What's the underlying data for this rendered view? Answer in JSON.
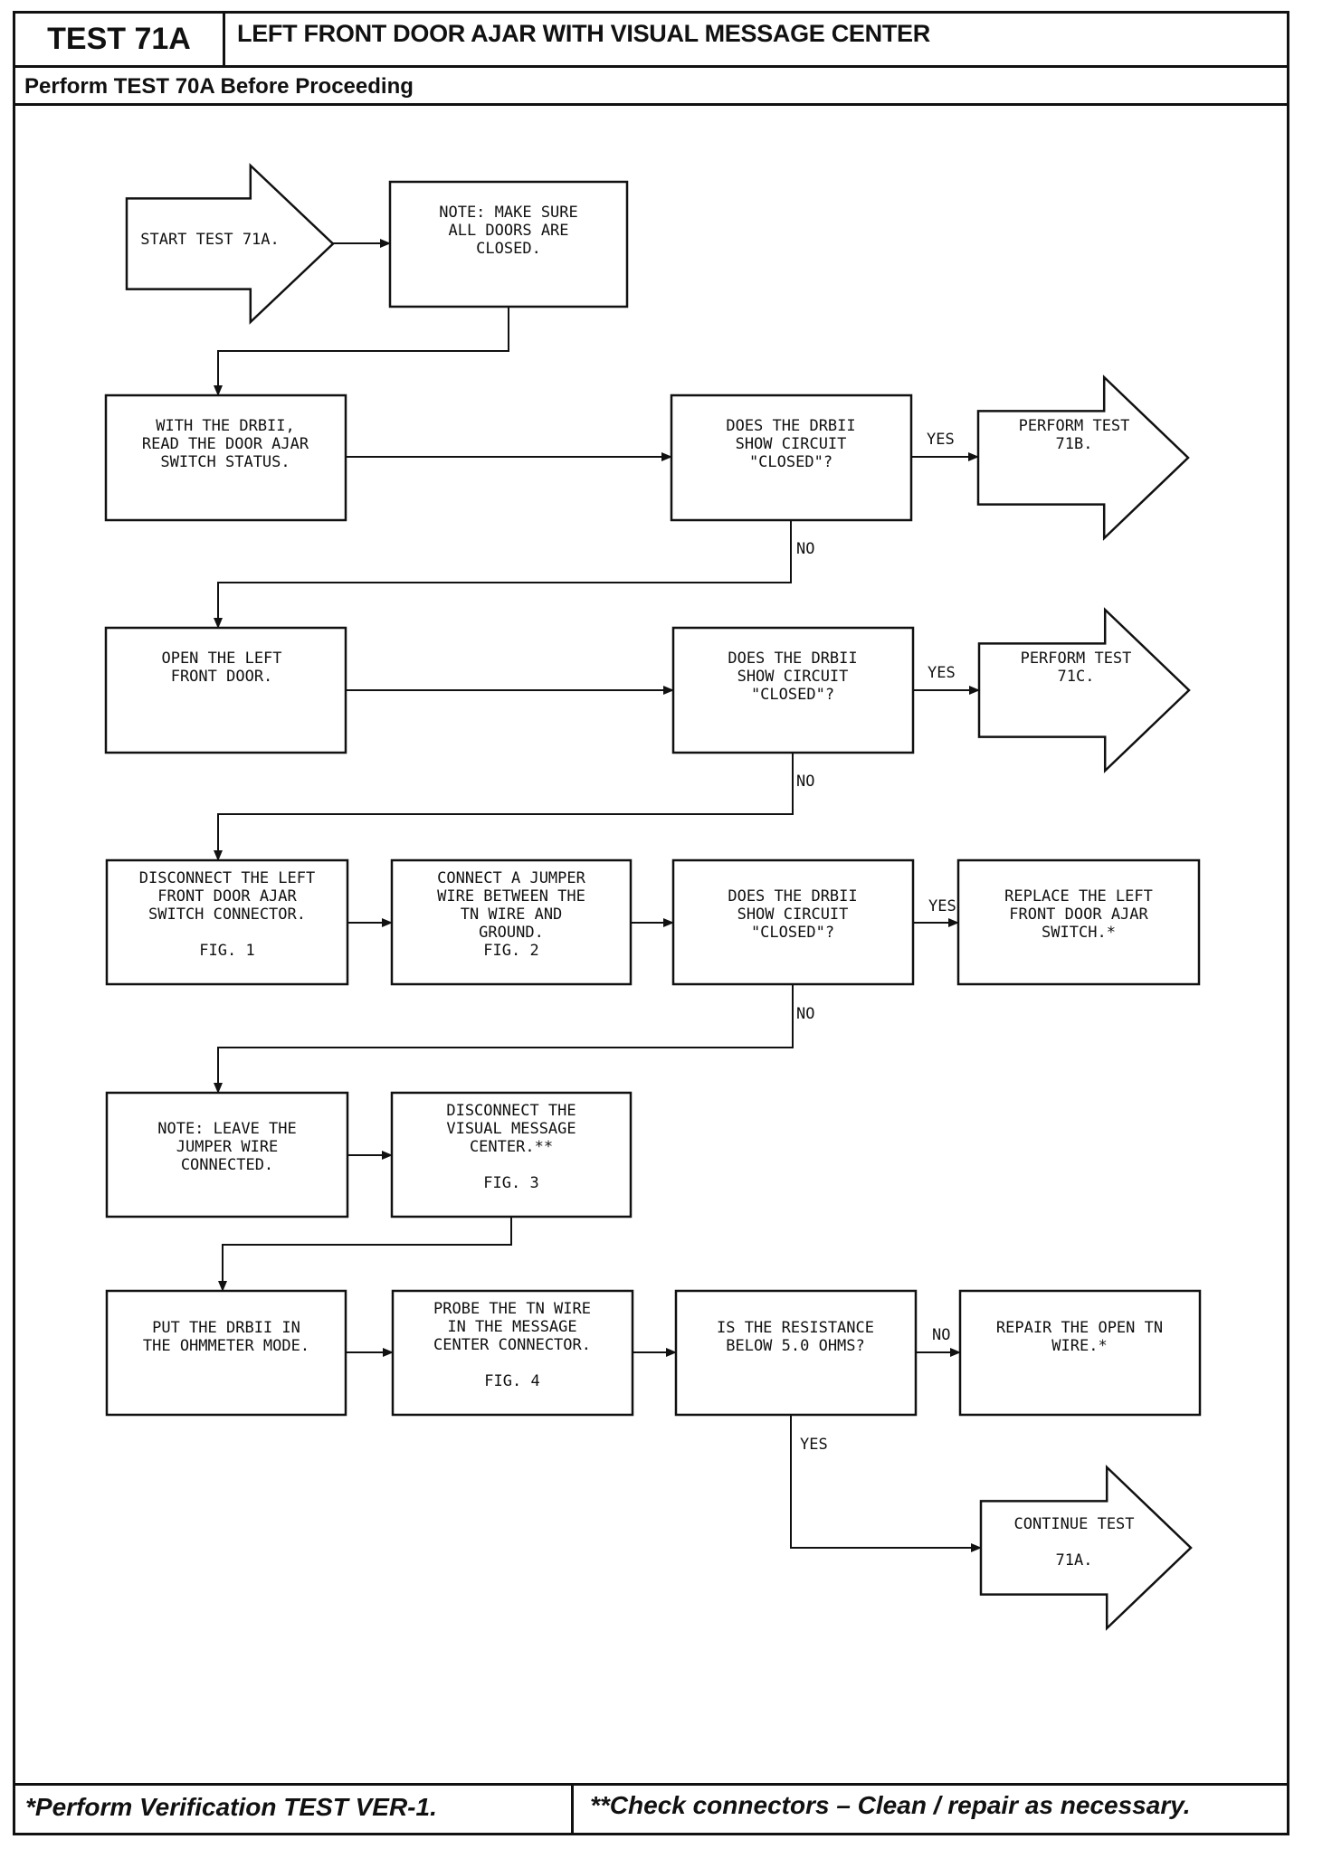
{
  "header": {
    "test_id": "TEST 71A",
    "title": "LEFT FRONT DOOR AJAR WITH VISUAL MESSAGE CENTER",
    "subtitle": "Perform TEST 70A Before Proceeding"
  },
  "footer": {
    "left": "*Perform Verification TEST VER-1.",
    "right": "**Check connectors – Clean / repair as necessary."
  },
  "nodes": {
    "start": [
      "START TEST 71A."
    ],
    "note1": [
      "NOTE: MAKE SURE",
      "ALL DOORS ARE",
      "CLOSED."
    ],
    "read": [
      "WITH THE DRBII,",
      "READ THE DOOR AJAR",
      "SWITCH STATUS."
    ],
    "dec1": [
      "DOES THE DRBII",
      "SHOW CIRCUIT",
      "\"CLOSED\"?"
    ],
    "t71b": [
      "PERFORM TEST",
      "71B."
    ],
    "open": [
      "OPEN THE LEFT",
      "FRONT DOOR."
    ],
    "dec2": [
      "DOES THE DRBII",
      "SHOW CIRCUIT",
      "\"CLOSED\"?"
    ],
    "t71c": [
      "PERFORM TEST",
      "71C."
    ],
    "disc": [
      "DISCONNECT THE LEFT",
      "FRONT DOOR AJAR",
      "SWITCH CONNECTOR.",
      "",
      "FIG. 1"
    ],
    "jump": [
      "CONNECT A JUMPER",
      "WIRE BETWEEN THE",
      "TN WIRE AND",
      "GROUND.",
      "FIG. 2"
    ],
    "dec3": [
      "DOES THE DRBII",
      "SHOW CIRCUIT",
      "\"CLOSED\"?"
    ],
    "repl": [
      "REPLACE THE LEFT",
      "FRONT DOOR AJAR",
      "SWITCH.*"
    ],
    "note2": [
      "NOTE: LEAVE THE",
      "JUMPER WIRE",
      "CONNECTED."
    ],
    "vmc": [
      "DISCONNECT THE",
      "VISUAL MESSAGE",
      "CENTER.**",
      "",
      "FIG. 3"
    ],
    "ohm": [
      "PUT THE DRBII IN",
      "THE OHMMETER MODE."
    ],
    "probe": [
      "PROBE THE TN WIRE",
      "IN THE MESSAGE",
      "CENTER CONNECTOR.",
      "",
      "FIG. 4"
    ],
    "res": [
      "IS THE RESISTANCE",
      "BELOW 5.0 OHMS?"
    ],
    "repair": [
      "REPAIR THE OPEN TN",
      "WIRE.*"
    ],
    "cont": [
      "CONTINUE TEST",
      "",
      "71A."
    ]
  },
  "edge_labels": {
    "yes1": "YES",
    "no1": "NO",
    "yes2": "YES",
    "no2": "NO",
    "yes3": "YES",
    "no3": "NO",
    "no4": "NO",
    "yes4": "YES"
  }
}
